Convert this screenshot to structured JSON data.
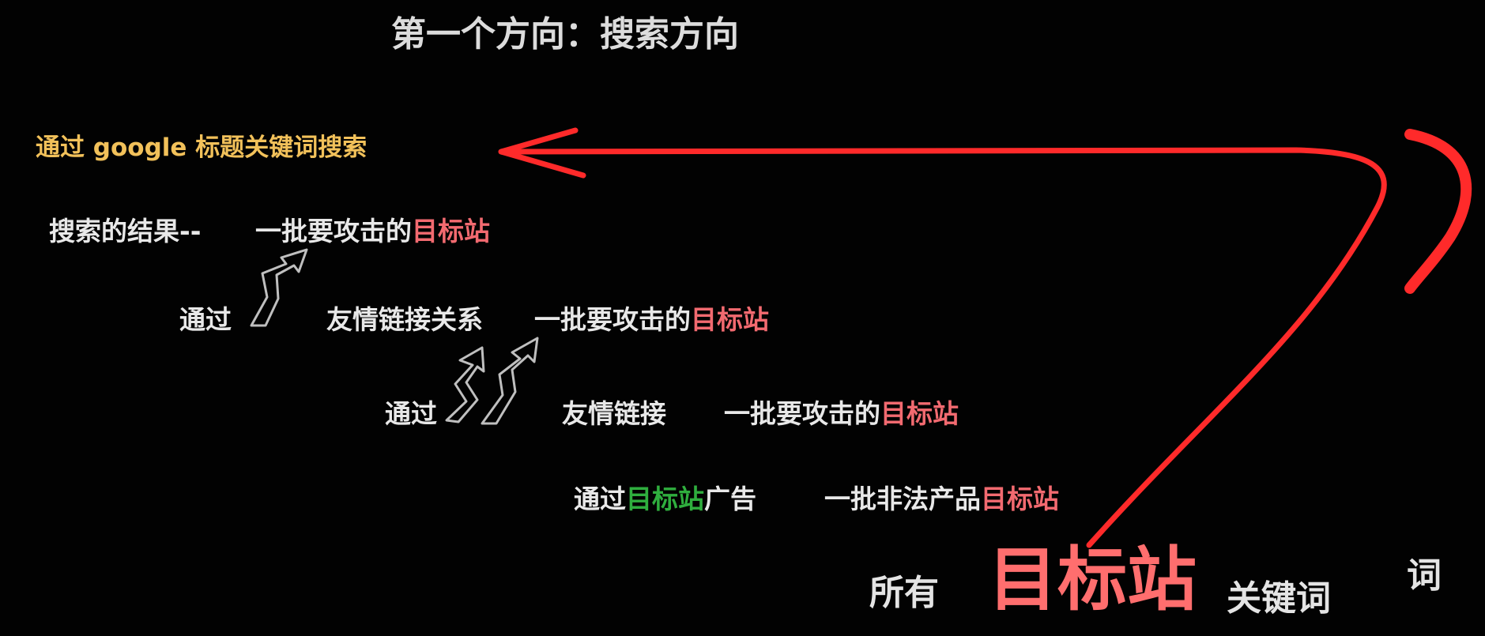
{
  "title": "第一个方向：搜索方向",
  "lines": {
    "google": "通过 google 标题关键词搜索",
    "search_results": "搜索的结果--",
    "batch_targets": "一批要攻击的",
    "target_site": "目标站",
    "via": "通过",
    "friend_link_relation": "友情链接关系",
    "friend_link": "友情链接",
    "ads": "广告",
    "illegal_batch": "一批非法产品"
  },
  "bottom": {
    "all": "所有",
    "target_site": "目标站",
    "keyword": "关键词",
    "keyword_partial": "词"
  },
  "colors": {
    "arrow": "#ff2a2a",
    "highlight_red": "#f26a70",
    "highlight_green": "#2fae3e",
    "heading_yellow": "#f2c15a"
  }
}
